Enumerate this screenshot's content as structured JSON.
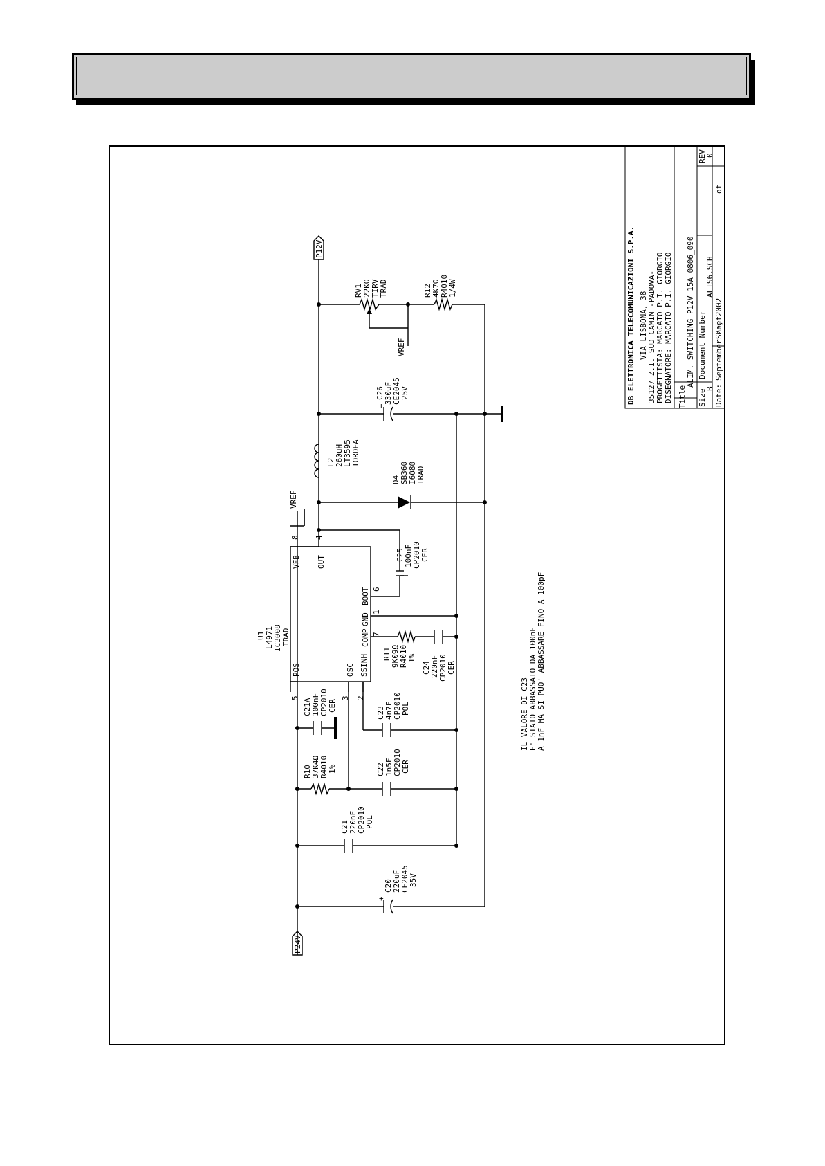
{
  "header": {
    "title": ""
  },
  "title_block": {
    "company": "DB ELETTRONICA TELECOMUNICAZIONI S.P.A.",
    "address1": "VIA LISBONA, 38",
    "address2": "35127 Z.I. SUD CAMIN -PADOVA-",
    "designer": "PROGETTISTA: MARCATO P.I. GIORGIO",
    "drafter": "DISEGNATORE: MARCATO P.I. GIORGIO",
    "title_label": "Title",
    "title_value": "ALIM. SWITCHING P12V 15A 0806_090",
    "size_label": "Size",
    "size_value": "B",
    "docnum_label": "Document Number",
    "docnum_value": "ALIS6.SCH",
    "rev_label": "REV",
    "rev_value": "0",
    "date_label": "Date:",
    "date_value": "September 25, 2002",
    "sheet_label": "Sheet",
    "sheet_of": "of"
  },
  "ports": {
    "in": "P24V",
    "out": "P12V"
  },
  "nets": {
    "vref_top": "VREF",
    "vref_rv": "VREF"
  },
  "u1": {
    "ref": "U1",
    "part": "L4971",
    "code": "IC3008",
    "note": "TRAD",
    "pin_pos": "POS",
    "pin_osc": "OSC",
    "pin_ssinh": "SSINH",
    "pin_vfb": "VFB",
    "pin_out": "OUT",
    "pin_boot": "BOOT",
    "pin_gnd": "GND",
    "pin_comp": "COMP",
    "n5": "5",
    "n3": "3",
    "n2": "2",
    "n8": "8",
    "n4": "4",
    "n6": "6",
    "n1": "1",
    "n7": "7"
  },
  "components": {
    "c20": [
      "C20",
      "220uF",
      "CE2045",
      "35V"
    ],
    "c21": [
      "C21",
      "220nF",
      "CP2010",
      "POL"
    ],
    "r10": [
      "R10",
      "37K4Ω",
      "R4010",
      "1%"
    ],
    "c22": [
      "C22",
      "1n5F",
      "CP2010",
      "CER"
    ],
    "c21a": [
      "C21A",
      "100nF",
      "CP2010",
      "CER"
    ],
    "c23": [
      "C23",
      "4n7F",
      "CP2010",
      "POL"
    ],
    "r11": [
      "R11",
      "9K09Ω",
      "R4010",
      "1%"
    ],
    "c24": [
      "C24",
      "220nF",
      "CP2010",
      "CER"
    ],
    "c25": [
      "C25",
      "100nF",
      "CP2010",
      "CER"
    ],
    "d4": [
      "D4",
      "SB360",
      "I6080",
      "TRAD"
    ],
    "l2": [
      "L2",
      "260uH",
      "LT3595",
      "TORDEA"
    ],
    "c26": [
      "C26",
      "330uF",
      "CE2045",
      "25V"
    ],
    "rv1": [
      "RV1",
      "22KΩ",
      "TIRV",
      "TRAD"
    ],
    "r12": [
      "R12",
      "4K7Ω",
      "R4010",
      "1/4W"
    ]
  },
  "note": [
    "IL VALORE DI C23",
    "E' STATO ABBASSATO DA 100nF",
    "A 1nF MA SI PUO' ABBASSARE FINO A 100pF"
  ]
}
